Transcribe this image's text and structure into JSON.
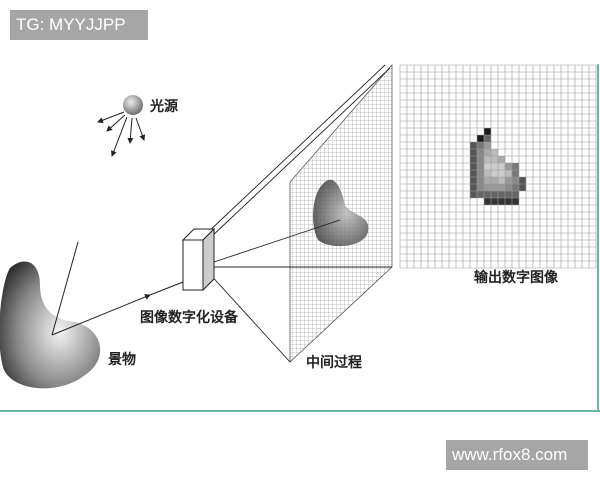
{
  "watermarks": {
    "top_left": "TG: MYYJJPP",
    "bottom_right": "www.rfox8.com"
  },
  "labels": {
    "light_source": "光源",
    "digitizer": "图像数字化设备",
    "scene": "景物",
    "intermediate": "中间过程",
    "output": "输出数字图像"
  },
  "colors": {
    "frame": "#6fb5a6",
    "watermark_bg": "#a6a6a6",
    "grid": "#9a9a9a"
  }
}
